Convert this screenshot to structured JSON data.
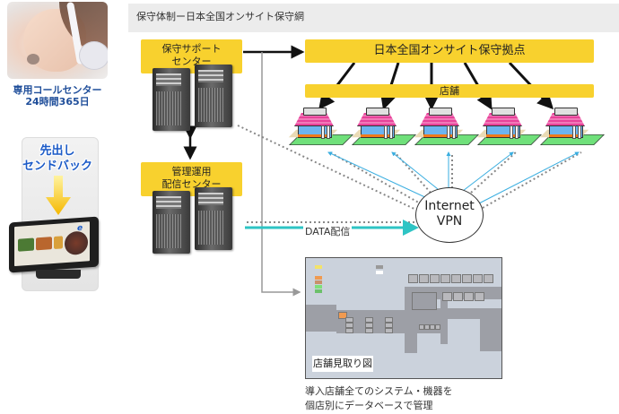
{
  "left_panel": {
    "callcenter": {
      "label_line1": "専用コールセンター",
      "label_line2": "24時間365日",
      "image": "operator-with-headset"
    },
    "sendback": {
      "label_line1": "先出し",
      "label_line2": "センドバック",
      "image": "tablet-terminal",
      "tablet_logo": "e"
    }
  },
  "header": {
    "title": "保守体制ー日本全国オンサイト保守網"
  },
  "diagram": {
    "support_center": {
      "line1": "保守サポート",
      "line2": "センター"
    },
    "management_center": {
      "line1": "管理運用",
      "line2": "配信センター"
    },
    "onsite_base": "日本全国オンサイト保守拠点",
    "stores_label": "店舗",
    "store_count": 5,
    "network": {
      "line1": "Internet",
      "line2": "VPN"
    },
    "data_delivery_label": "DATA配信",
    "floorplan": {
      "label": "店舗見取り図",
      "caption_line1": "導入店舗全てのシステム・機器を",
      "caption_line2": "個店別にデータベースで管理"
    },
    "colors": {
      "yellow_box": "#f8d12e",
      "data_line": "#2ec4c4",
      "vpn_line": "#3aaee0",
      "store_roof": "#e8429a",
      "store_body": "#6cb4f0",
      "store_ground": "#6fe07a"
    }
  }
}
